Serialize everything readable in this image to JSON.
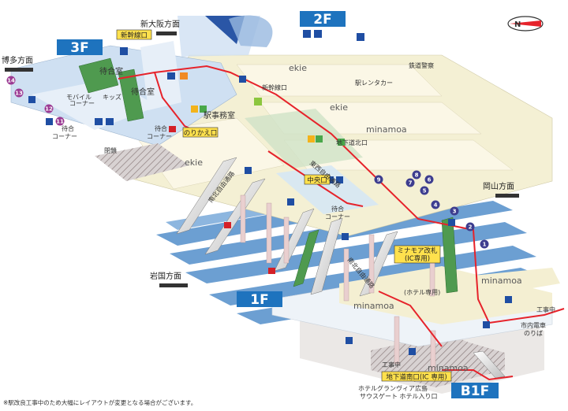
{
  "floors": {
    "f3": "3F",
    "f2": "2F",
    "f1": "1F",
    "b1f": "B1F"
  },
  "directions": {
    "hakata": "博多方面",
    "shin_osaka": "新大阪方面",
    "okayama": "岡山方面",
    "iwakuni": "岩国方面"
  },
  "labels": {
    "shinkansen_gate_3f": "新幹線口",
    "transfer_gate": "のりかえ口",
    "central_gate": "中央口",
    "minamoa_gate_line1": "ミナモア改札",
    "minamoa_gate_line2": "(IC専用)",
    "underground_south_gate": "地下道南口(IC 専用)",
    "underground_north_gate": "地下道北口",
    "shinkansen_gate_2f": "新幹線口",
    "waiting_room_1": "待合室",
    "waiting_room_2": "待合室",
    "mobile_corner_line1": "モバイル",
    "mobile_corner_line2": "コーナー",
    "kids": "キッズ",
    "waiting_corner_3f_line1": "待合",
    "waiting_corner_3f_line2": "コーナー",
    "waiting_corner_2f_line1": "待合",
    "waiting_corner_2f_line2": "コーナー",
    "waiting_corner_1f_line1": "待合",
    "waiting_corner_1f_line2": "コーナー",
    "station_office": "駅事務室",
    "closed": "閉鎖",
    "railway_police": "鉄道警察",
    "rent_a_car": "駅レンタカー",
    "ekie_1": "ekie",
    "ekie_2": "ekie",
    "ekie_3": "ekie",
    "minamoa_1": "minamoa",
    "minamoa_2": "minamoa",
    "minamoa_3": "minamoa",
    "minamoa_4": "minamoa",
    "south_north_passage_1": "南北自由通路",
    "south_north_passage_2": "南北自由通路",
    "east_west_passage": "東西自由通路",
    "hotel_only": "(ホテル専用)",
    "construction_1": "工事中",
    "construction_2": "工事中",
    "tram_platform_line1": "市内電車",
    "tram_platform_line2": "のりば",
    "hotel_gate_line1": "ホテルグランヴィア広島",
    "hotel_gate_line2": "サウスゲート ホテル入り口"
  },
  "platform_numbers": [
    "1",
    "2",
    "3",
    "4",
    "5",
    "6",
    "7",
    "8",
    "9",
    "11",
    "12",
    "13",
    "14"
  ],
  "note": "※駅改良工事中のため大幅にレイアウトが変更となる場合がございます。",
  "compass": {
    "symbol": "N"
  },
  "colors": {
    "floor_badge": "#1e73be",
    "platform": "#6c9fd2",
    "concourse_2f": "#f3efd0",
    "route": "#e6232b",
    "yellow_label": "#ffe14d",
    "platform_number": "#3d3d8f"
  }
}
